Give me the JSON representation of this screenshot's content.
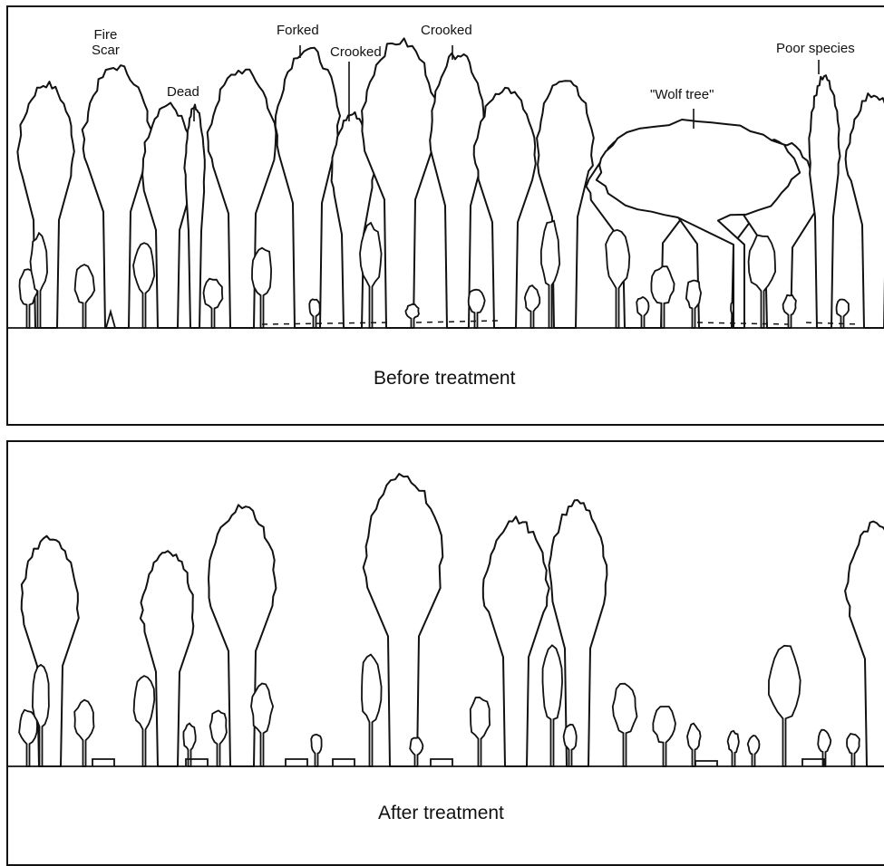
{
  "before": {
    "caption": "Before treatment",
    "labels": {
      "fire_scar_line1": "Fire",
      "fire_scar_line2": "Scar",
      "dead": "Dead",
      "forked": "Forked",
      "crooked_1": "Crooked",
      "crooked_2": "Crooked",
      "wolf_tree": "\"Wolf tree\"",
      "poor_species": "Poor species"
    }
  },
  "after": {
    "caption": "After treatment"
  },
  "colors": {
    "line": "#111111",
    "background": "#ffffff"
  }
}
